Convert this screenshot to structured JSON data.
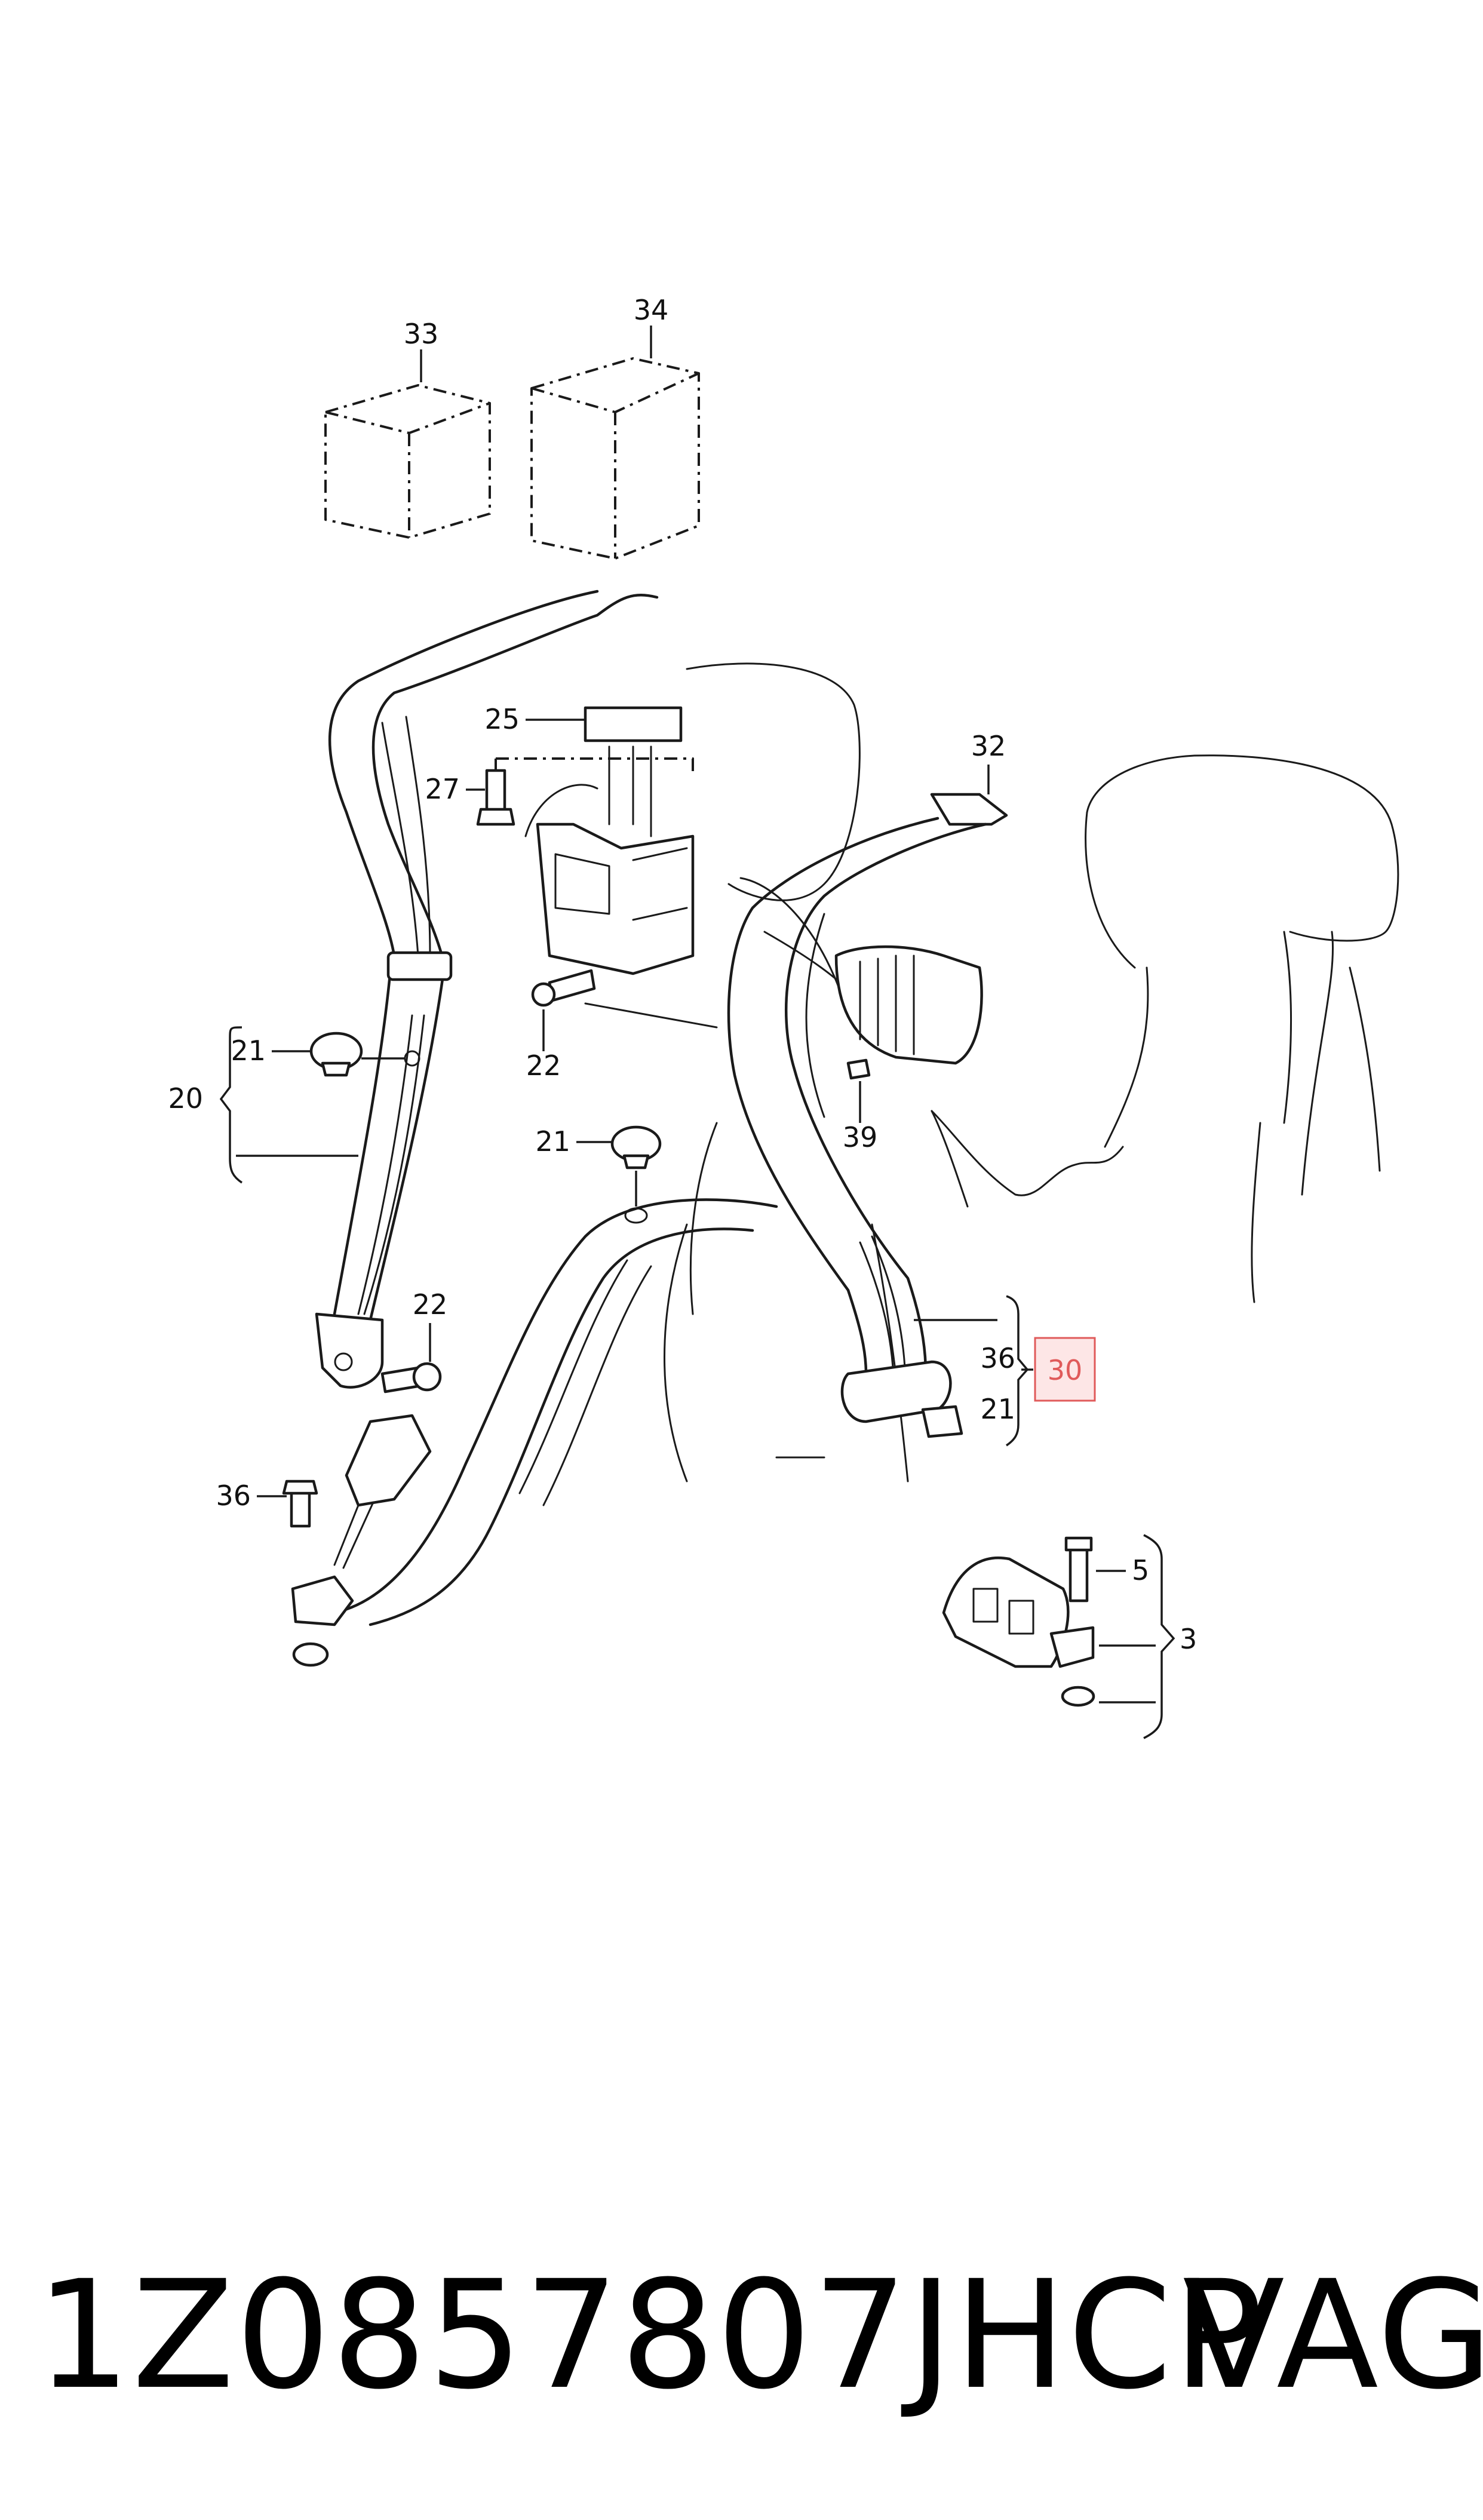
{
  "diagram": {
    "callouts": {
      "c33": "33",
      "c34": "34",
      "c25": "25",
      "c27": "27",
      "c32": "32",
      "c21a": "21",
      "c20": "20",
      "c22a": "22",
      "c39": "39",
      "c21b": "21",
      "c22b": "22",
      "c36a": "36",
      "c30": "30",
      "c21c": "21",
      "c36b": "36",
      "c5": "5",
      "c3": "3"
    },
    "highlight_color": "#e05a5a",
    "highlight_fill": "#fde6e6"
  },
  "footer": {
    "part_number": "1Z0857807JHCP",
    "brand": "VAG"
  }
}
